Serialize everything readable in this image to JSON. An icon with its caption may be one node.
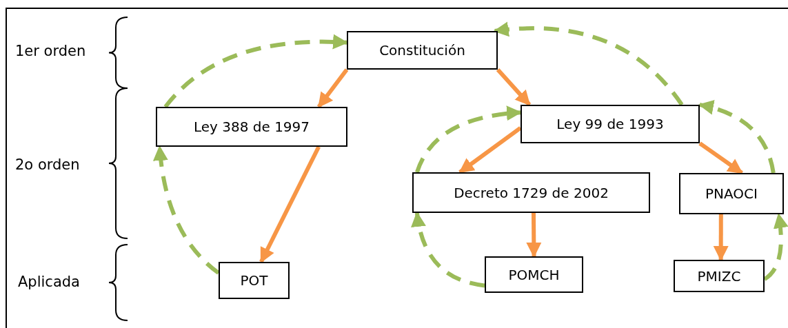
{
  "diagram": {
    "nodes": [
      {
        "text": [
          "Constitución"
        ]
      },
      {
        "text": [
          "Ley 388 de 1997"
        ]
      },
      {
        "text": [
          "Ley 99 de 1993"
        ]
      },
      {
        "text": [
          "Decreto 1729 de 2002"
        ]
      },
      {
        "text": [
          "PNAOCI"
        ]
      },
      {
        "text": [
          "POT"
        ]
      },
      {
        "text": [
          "POMCH"
        ]
      },
      {
        "text": [
          "PMIZC"
        ]
      }
    ],
    "edges": [
      {
        "from": 0,
        "to": 1,
        "arrow": "to"
      },
      {
        "from": 0,
        "to": 2,
        "arrow": "to"
      },
      {
        "from": 1,
        "to": 5,
        "arrow": "to"
      },
      {
        "from": 2,
        "to": 3,
        "arrow": "to"
      },
      {
        "from": 2,
        "to": 4,
        "arrow": "to"
      },
      {
        "from": 3,
        "to": 6,
        "arrow": "to"
      },
      {
        "from": 4,
        "to": 7,
        "arrow": "to"
      },
      {
        "from": 1,
        "to": 0,
        "arrow": "to",
        "style": "dashed",
        "color": "#9bbb59"
      },
      {
        "from": 5,
        "to": 1,
        "arrow": "to",
        "style": "dashed",
        "color": "#9bbb59"
      },
      {
        "from": 2,
        "to": 0,
        "arrow": "to",
        "style": "dashed",
        "color": "#9bbb59"
      },
      {
        "from": 3,
        "to": 2,
        "arrow": "to",
        "style": "dashed",
        "color": "#9bbb59"
      },
      {
        "from": 6,
        "to": 3,
        "arrow": "to",
        "style": "dashed",
        "color": "#9bbb59"
      },
      {
        "from": 4,
        "to": 2,
        "arrow": "to",
        "style": "dashed",
        "color": "#9bbb59"
      },
      {
        "from": 7,
        "to": 4,
        "arrow": "to",
        "style": "dashed",
        "color": "#9bbb59"
      }
    ],
    "labels": [
      "1er orden",
      "2o orden",
      "Aplicada"
    ]
  }
}
